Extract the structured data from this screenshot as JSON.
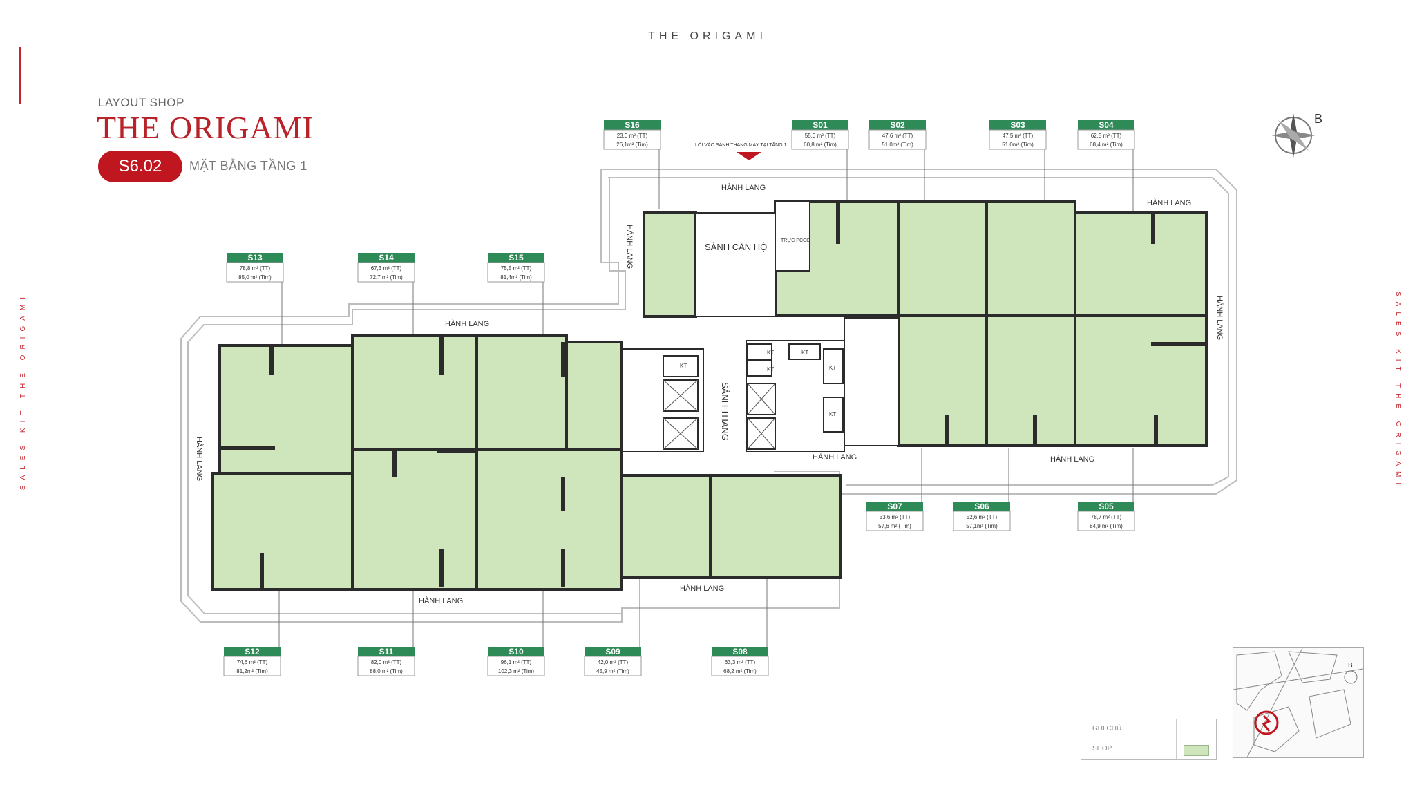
{
  "header": {
    "top_title": "THE ORIGAMI",
    "layout_label": "LAYOUT SHOP",
    "main_title": "THE ORIGAMI",
    "badge": "S6.02",
    "floor_label": "MẶT BẰNG TẦNG 1",
    "side_text": "SALES KIT THE ORIGAMI"
  },
  "colors": {
    "accent_red": "#c0161f",
    "shop_green": "#cfe6bd",
    "tag_green": "#2e8b57",
    "wall": "#2b2b2b"
  },
  "compass_label": "B",
  "labels": {
    "corridor": "HÀNH LANG",
    "apartment_lobby": "SẢNH CĂN HỘ",
    "elevator_lobby": "SẢNH THANG",
    "fire_room": "TRỰC PCCC",
    "tech_room": "KT",
    "entrance_note": "LỐI VÀO SẢNH THANG MÁY TẠI TẦNG 1"
  },
  "shops": [
    {
      "id": "S16",
      "tt": "23,0 m² (TT)",
      "tim": "26,1m² (Tim)"
    },
    {
      "id": "S01",
      "tt": "55,0 m² (TT)",
      "tim": "60,8 m² (Tim)"
    },
    {
      "id": "S02",
      "tt": "47,6 m² (TT)",
      "tim": "51,0m² (Tim)"
    },
    {
      "id": "S03",
      "tt": "47,5 m² (TT)",
      "tim": "51,0m² (Tim)"
    },
    {
      "id": "S04",
      "tt": "62,5 m² (TT)",
      "tim": "68,4 m² (Tim)"
    },
    {
      "id": "S13",
      "tt": "78,8 m² (TT)",
      "tim": "85,0 m² (Tim)"
    },
    {
      "id": "S14",
      "tt": "67,3 m² (TT)",
      "tim": "72,7 m² (Tim)"
    },
    {
      "id": "S15",
      "tt": "75,5 m² (TT)",
      "tim": "81,4m² (Tim)"
    },
    {
      "id": "S07",
      "tt": "53,6 m² (TT)",
      "tim": "57,6 m² (Tim)"
    },
    {
      "id": "S06",
      "tt": "52,6 m² (TT)",
      "tim": "57,1m² (Tim)"
    },
    {
      "id": "S05",
      "tt": "78,7 m² (TT)",
      "tim": "84,9 m² (Tim)"
    },
    {
      "id": "S12",
      "tt": "74,6 m² (TT)",
      "tim": "81,2m² (Tim)"
    },
    {
      "id": "S11",
      "tt": "82,0 m² (TT)",
      "tim": "88,0 m² (Tim)"
    },
    {
      "id": "S10",
      "tt": "96,1 m² (TT)",
      "tim": "102,3 m² (Tim)"
    },
    {
      "id": "S09",
      "tt": "42,0 m² (TT)",
      "tim": "45,9 m² (Tim)"
    },
    {
      "id": "S08",
      "tt": "63,3 m² (TT)",
      "tim": "68,2 m² (Tim)"
    }
  ],
  "legend": {
    "note_label": "GHI CHÚ",
    "shop_label": "SHOP"
  }
}
